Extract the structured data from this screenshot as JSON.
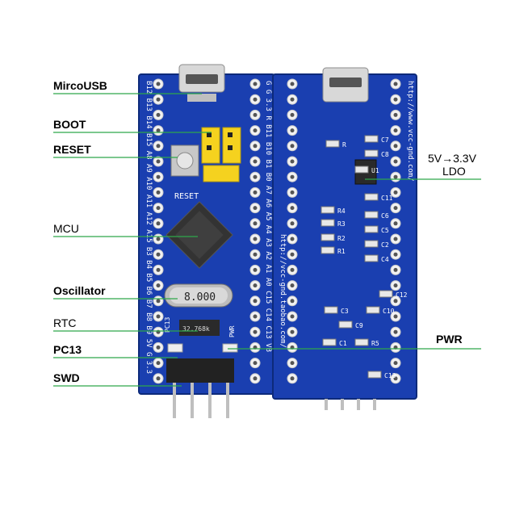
{
  "labels": {
    "microusb": "MircoUSB",
    "boot": "BOOT",
    "reset": "RESET",
    "mcu": "MCU",
    "oscillator": "Oscillator",
    "rtc": "RTC",
    "pc13": "PC13",
    "swd": "SWD",
    "ldo_line1": "5V→3.3V",
    "ldo_line2": "LDO",
    "pwr": "PWR"
  },
  "board": {
    "reset_silk": "RESET",
    "crystal": "8.000",
    "pc13_silk": "PC13",
    "pwr_silk": "PWR",
    "rtc_crystal": "32.768k",
    "left_pins_top": "B12 B13 B14 B15 A8 A9 A10 A11 A12 A15 B3 B4 B5 B6 B7 B8 B9 5V G 3.3",
    "right_pins_front": "G G 3.3 R B11 B10 B1 B0 A7 A6 A5 A4 A3 A2 A1 A0 C15 C14 C13 VB",
    "url_back": "http://www.vcc-gnd.com/",
    "url_back2": "http://vcc-gnd.taobao.com/",
    "back_parts": [
      "C7",
      "C8",
      "R",
      "U1",
      "C11",
      "C6",
      "C5",
      "C2",
      "C4",
      "R4",
      "R3",
      "R2",
      "R1",
      "C3",
      "C9",
      "C10",
      "R5",
      "C1",
      "C12",
      "C13"
    ]
  },
  "colors": {
    "pcb": "#1a3fb0",
    "pcb_dark": "#12308c",
    "pad": "#f2f2f2",
    "leader": "#2ea84a",
    "silk": "#ffffff",
    "jumper": "#f5d21f"
  }
}
